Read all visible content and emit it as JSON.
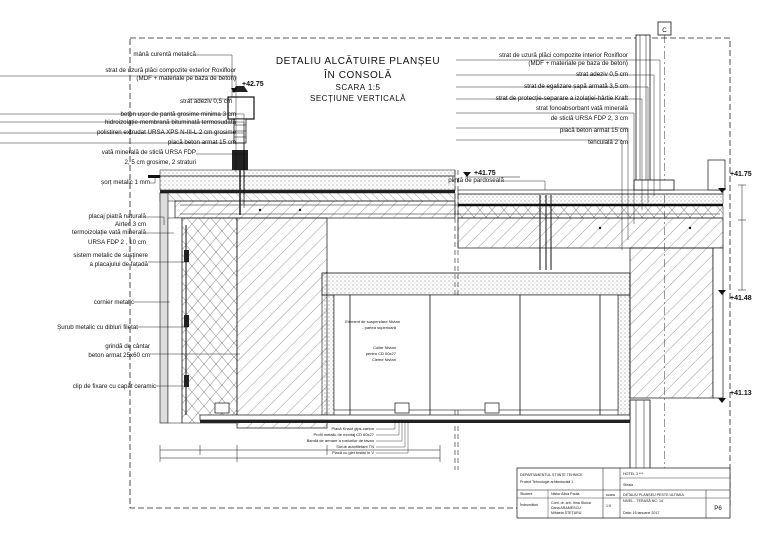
{
  "title": {
    "line1": "DETALIU ALCĂTUIRE PLANȘEU",
    "line2": "ÎN CONSOLĂ",
    "scale": "SCARA 1:5",
    "section": "SECȚIUNE VERTICALĂ"
  },
  "grid_marker": "C",
  "levels": [
    "+42.75",
    "+41.75",
    "+41.75",
    "+41.48",
    "+41.13"
  ],
  "left_labels": [
    "mână curentă metalică",
    "strat de uzură plăci compozite exterior Roxifloor",
    "(MDF + materiale pe baza de beton)",
    "strat adeziv 0,5 cm",
    "beton ușor de pantă grosime minima 3 cm",
    "hidroizolație-membrană bituminată termosudată",
    "polistiren extrudat URSA XPS N-III-L 2 cm grosime",
    "placă beton armat 15 cm",
    "vată minerală de sticlă URSA FDP",
    "2, 5 cm grosime, 2 straturi",
    "șorț metalic 1 mm",
    "placaj piatră naturală",
    "Airtec 3 cm",
    "termoizolație vată minerală",
    "URSA FDP 2 , 10 cm",
    "sistem metalic de susținere",
    "a placajului de fațadă",
    "cornier metalic",
    "Șurub metalic cu dibluri filetat",
    "grindă de cântar",
    "beton armat 25x60 cm",
    "clip de fixare cu capăt ceramic"
  ],
  "right_labels": [
    "strat de uzură plăci compozite interior Roxifloor",
    "(MDF + materiale pe baza de beton)",
    "strat adeziv 0,5 cm",
    "strat de egalizare șapă armată 3,5 cm",
    "strat de protecție-separare a izolației-hârtie Kraft",
    "strat fonoabsorbant vată minerală",
    "de sticlă URSA FDP 2, 3 cm",
    "placă beton armat 15 cm",
    "tencuială 2 cm",
    "plintă de pardoseală"
  ],
  "center_notes": [
    "Element de suspendare Nivtan",
    "- partea superioară",
    "Colier Nivtan",
    "pentru CD 60x27",
    "Cleme Nivtan"
  ],
  "bottom_notes": [
    "Placă Knauf gips-carton",
    "Profil metalic de montaj CD 60x27",
    "Bandă de armare a rosturilor de tavan",
    "Șurub autofiletant TN",
    "Placă cu glet fosfat în V"
  ],
  "title_block": {
    "dept": "DEPARTAMENTUL ȘTIINȚE TEHNICE",
    "project_line": "Proiect Tehnologie arhitecturală 1",
    "hotel": "HOTEL 3 ***",
    "location": "Sinaia",
    "student_label": "Student",
    "student_name": "Nistor Alina Paula",
    "tutor_label": "Îndrumători",
    "tutors": [
      "Conf. dr. arh. Irina Stoica",
      "Dana ARAMESCU",
      "Mihaela ȘTEȚARU"
    ],
    "scale_label": "scara",
    "scale_value": "1:5",
    "drawing_name": [
      "DETALIU PLANȘEU PESTE ULTIMUL",
      "NIVEL - TERASĂ NC: 14"
    ],
    "drawing_no": "P6",
    "date": "Data: 16 ianuarie 2017"
  },
  "colors": {
    "ink": "#111111",
    "hatch": "#666666",
    "insulation": "#8a8a8a",
    "paper": "#ffffff"
  }
}
